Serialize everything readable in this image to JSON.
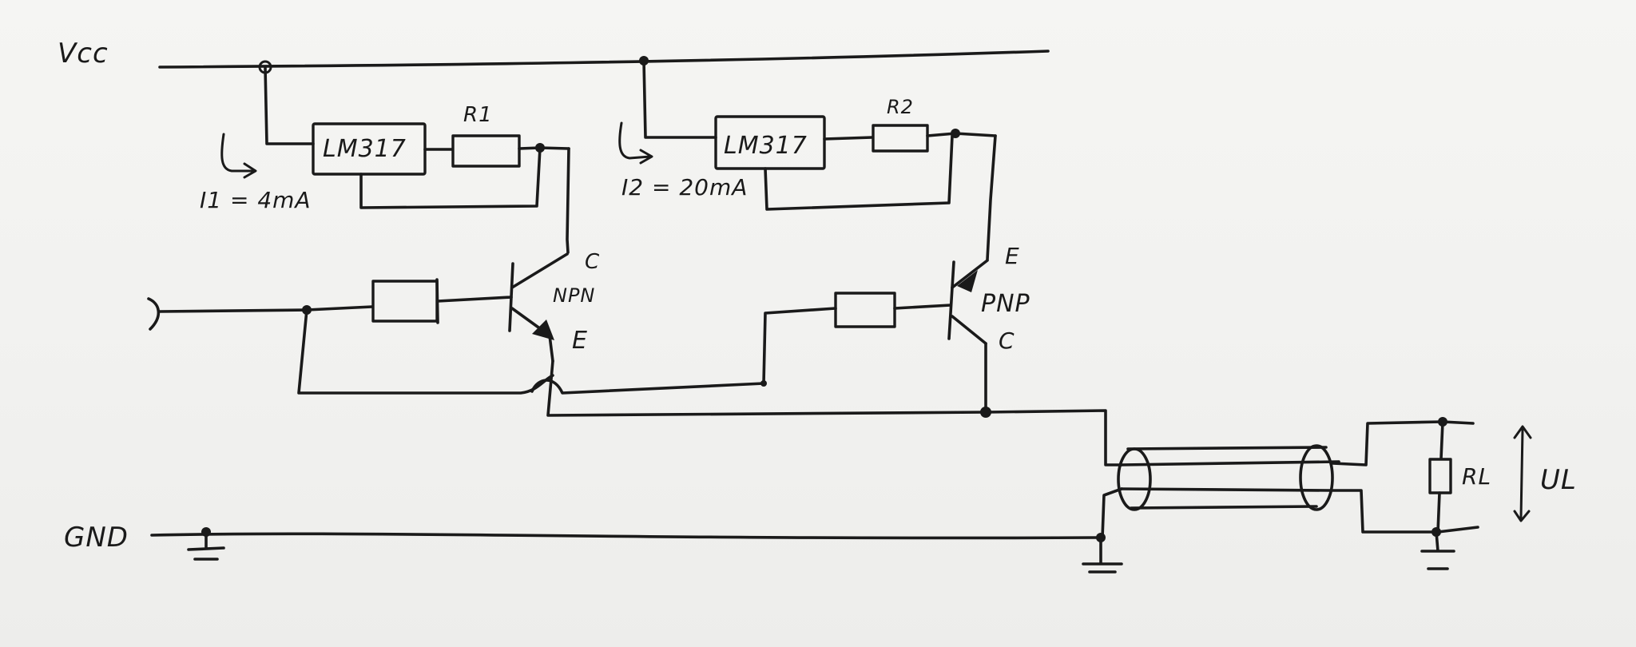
{
  "labels": {
    "vcc": "Vcc",
    "gnd": "GND",
    "reg1": "LM317",
    "reg2": "LM317",
    "r1": "R1",
    "r2": "R2",
    "i1": "I1 = 4mA",
    "i2": "I2 = 20mA",
    "npn": "NPN",
    "pnp": "PNP",
    "npn_c": "C",
    "npn_e": "E",
    "pnp_e": "E",
    "pnp_c": "C",
    "rl": "RL",
    "ul": "UL"
  },
  "colors": {
    "ink": "#1a1a1a",
    "paper": "#f3f3f1"
  }
}
